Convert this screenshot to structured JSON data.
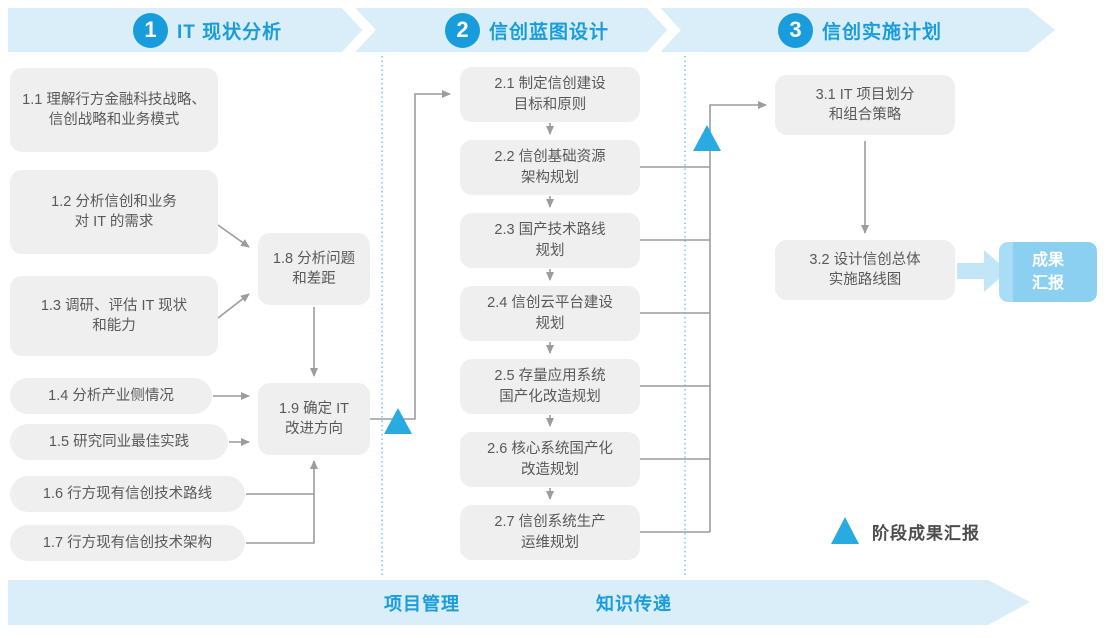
{
  "phases": [
    {
      "number": "1",
      "label": "IT 现状分析"
    },
    {
      "number": "2",
      "label": "信创蓝图设计"
    },
    {
      "number": "3",
      "label": "信创实施计划"
    }
  ],
  "steps": {
    "s11": "1.1 理解行方金融科技战略、\n信创战略和业务模式",
    "s12": "1.2 分析信创和业务\n对 IT 的需求",
    "s13": "1.3 调研、评估 IT 现状\n和能力",
    "s14": "1.4 分析产业侧情况",
    "s15": "1.5 研究同业最佳实践",
    "s16": "1.6 行方现有信创技术路线",
    "s17": "1.7 行方现有信创技术架构",
    "s18": "1.8 分析问题\n和差距",
    "s19": "1.9 确定 IT\n改进方向",
    "s21": "2.1 制定信创建设\n目标和原则",
    "s22": "2.2 信创基础资源\n架构规划",
    "s23": "2.3 国产技术路线\n规划",
    "s24": "2.4 信创云平台建设\n规划",
    "s25": "2.5 存量应用系统\n国产化改造规划",
    "s26": "2.6 核心系统国产化\n改造规划",
    "s27": "2.7 信创系统生产\n运维规划",
    "s31": "3.1 IT 项目划分\n和组合策略",
    "s32": "3.2 设计信创总体\n实施路线图"
  },
  "result_box": "成果\n汇报",
  "bottom_band": {
    "left": "项目管理",
    "right": "知识传递"
  },
  "legend": {
    "milestone": "阶段成果汇报"
  },
  "colors": {
    "band_fill": "#D9EEF9",
    "accent_blue": "#1B9DDC",
    "circle_blue": "#189CDB",
    "milestone_triangle": "#29ABE2",
    "box_fill": "#EFEFEF",
    "box_text": "#595959",
    "connector_gray": "#9C9C9C",
    "result_fill": "#8CD0F1",
    "fat_arrow": "#C2E6F7",
    "dotted_divider": "#5BC0EA"
  }
}
